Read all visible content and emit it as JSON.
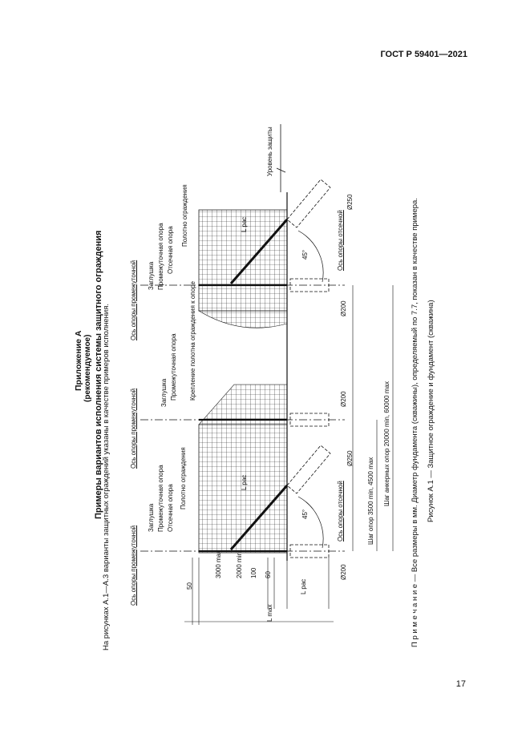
{
  "header": {
    "standard": "ГОСТ Р 59401—2021"
  },
  "annex": {
    "title": "Приложение А",
    "status": "(рекомендуемое)"
  },
  "section_title": "Примеры вариантов исполнения системы защитного ограждения",
  "intro": "На рисунках А.1—А.3 варианты защитных ограждений указаны в качестве примеров исполнения.",
  "figure": {
    "labels": {
      "axis_intermediate": "Ось опоры промежуточной",
      "plug": "Заглушка",
      "intermediate_support": "Промежуточная опора",
      "strut_support": "Отсечная опора",
      "fence_panel": "Полотно ограждения",
      "fence_bending": "Крепление полотна ограждения к опоре",
      "axis_strut": "Ось опоры отсечной",
      "protection_level": "Уровень защиты",
      "l_max": "L max",
      "l_ras": "L рас",
      "angle": "45°",
      "d200": "Ø200",
      "d250": "Ø250"
    },
    "dimensions": {
      "d50": "50",
      "d100": "100",
      "d60": "60",
      "d2000": "2000 min",
      "d3000": "3000 max",
      "step_supports": "Шаг опор 3500 min, 4500 max",
      "step_anchor": "Шаг анкерных опор 20000 min, 60000 max"
    }
  },
  "note": "П р и м е ч а н и е — Все размеры в мм. Диаметр фундамента (скважины), определяемый по 7.7, показан в качестве примера.",
  "caption": "Рисунок А.1 — Защитное ограждение и фундамент (скважина)",
  "page_number": "17"
}
